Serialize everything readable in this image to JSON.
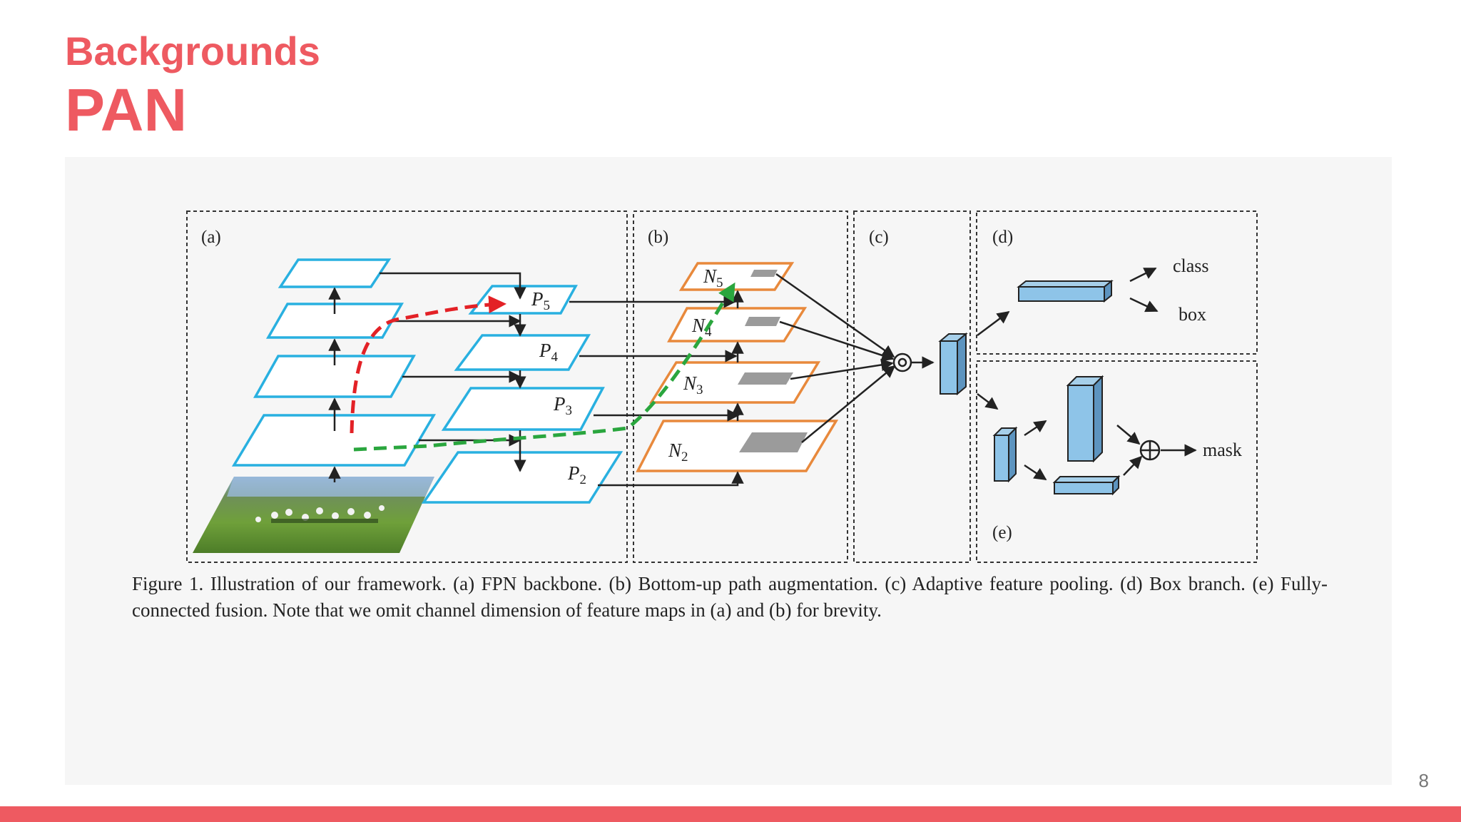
{
  "title": {
    "line1": "Backgrounds",
    "line2": "PAN"
  },
  "figure": {
    "panels": [
      "(a)",
      "(b)",
      "(c)",
      "(d)",
      "(e)"
    ],
    "fpn_labels": [
      "P5",
      "P4",
      "P3",
      "P2"
    ],
    "pan_labels": [
      "N5",
      "N4",
      "N3",
      "N2"
    ],
    "outputs": {
      "class": "class",
      "box": "box",
      "mask": "mask"
    },
    "caption": "Figure 1. Illustration of our framework. (a) FPN backbone. (b) Bottom-up path augmentation. (c) Adaptive feature pooling. (d) Box branch. (e) Fully-connected fusion. Note that we omit channel dimension of feature maps in (a) and (b) for brevity."
  },
  "page_number": "8",
  "colors": {
    "accent": "#ee5a61",
    "fpn_blue": "#29b0e0",
    "pan_orange": "#e8893c",
    "red_path": "#e32126",
    "green_path": "#2aa63e"
  }
}
